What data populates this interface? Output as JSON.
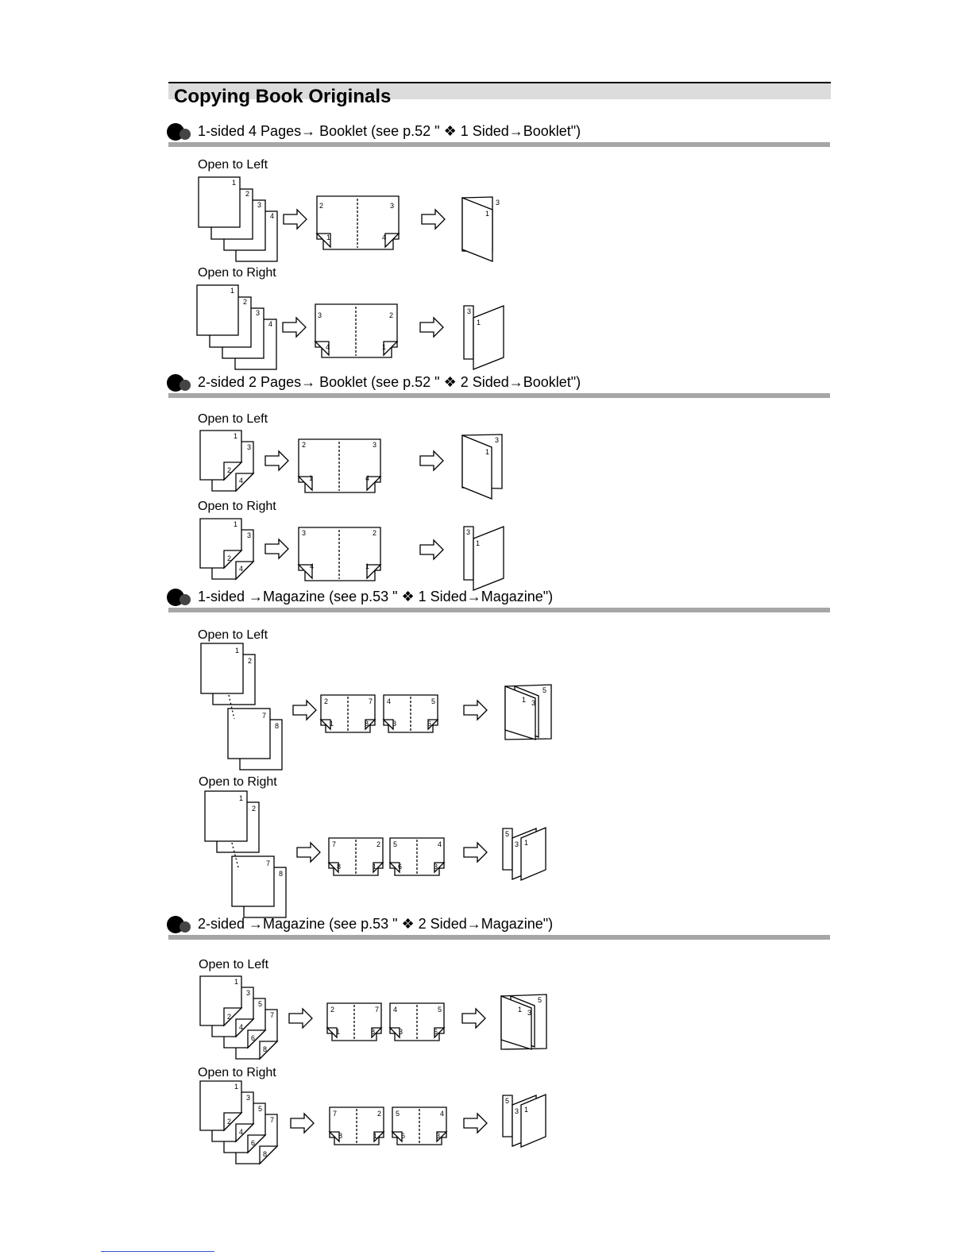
{
  "page": {
    "title": "Copying Book Originals"
  },
  "sections": [
    {
      "heading": "1-sided 4 Pages→ Booklet (see p.52 \" ❖ 1 Sided→Booklet\")",
      "sub_labels": [
        "Open to Left",
        "Open to Right"
      ]
    },
    {
      "heading": "2-sided 2 Pages→ Booklet (see p.52 \" ❖ 2 Sided→Booklet\")",
      "sub_labels": [
        "Open to Left",
        "Open to Right"
      ]
    },
    {
      "heading": "1-sided →Magazine (see p.53 \" ❖ 1 Sided→Magazine\")",
      "sub_labels": [
        "Open to Left",
        "Open to Right"
      ]
    },
    {
      "heading": "2-sided →Magazine (see p.53 \" ❖ 2 Sided→Magazine\")",
      "sub_labels": [
        "Open to Left",
        "Open to Right"
      ]
    }
  ],
  "page_numbers": {
    "p1": "1",
    "p2": "2",
    "p3": "3",
    "p4": "4",
    "p5": "5",
    "p6": "6",
    "p7": "7",
    "p8": "8"
  },
  "icons": {
    "section_bullet": "two-dots-bullet-icon",
    "flow_arrow": "hollow-right-arrow-icon"
  }
}
